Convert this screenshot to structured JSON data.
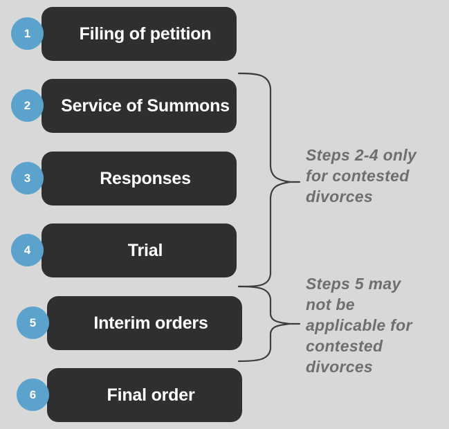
{
  "diagram": {
    "title": "Divorce process steps flow",
    "background_color": "#d8d8d8",
    "box_color": "#2f2f2f",
    "badge_color": "#5ba3cc",
    "label_color": "#ffffff",
    "note_color": "#6e6e6e",
    "brace_color": "#3c3c3c"
  },
  "steps": [
    {
      "number": "1",
      "label": "Filing of petition"
    },
    {
      "number": "2",
      "label": "Service of Summons"
    },
    {
      "number": "3",
      "label": "Responses"
    },
    {
      "number": "4",
      "label": "Trial"
    },
    {
      "number": "5",
      "label": "Interim orders"
    },
    {
      "number": "6",
      "label": "Final order"
    }
  ],
  "notes": [
    {
      "id": "note-steps-2-4",
      "text": "Steps 2-4 only\nfor contested\ndivorces"
    },
    {
      "id": "note-step-5",
      "text": "Steps 5 may\nnot be\napplicable for\ncontested\ndivorces"
    }
  ]
}
